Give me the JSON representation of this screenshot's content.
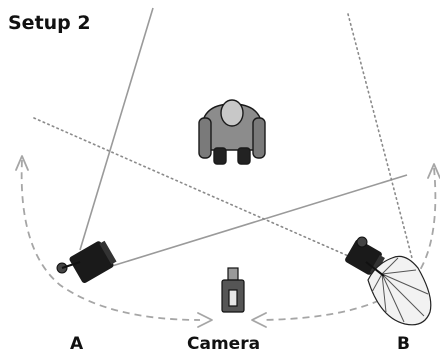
{
  "title": "Setup 2",
  "labels": {
    "light_a": "A",
    "camera": "Camera",
    "light_b": "B"
  },
  "colors": {
    "ink": "#111111",
    "beam_line": "#9a9a9a",
    "dotted_beam": "#8a8a8a",
    "arc_dashed": "#a6a6a6",
    "subject_fill": "#8c8c8c",
    "subject_head": "#c8c8c8",
    "light_body": "#1a1a1a",
    "umbrella_fill": "#f2f2f2"
  },
  "icons": [
    "subject-person-icon",
    "light-a-icon",
    "camera-icon",
    "light-b-icon",
    "umbrella-icon"
  ]
}
